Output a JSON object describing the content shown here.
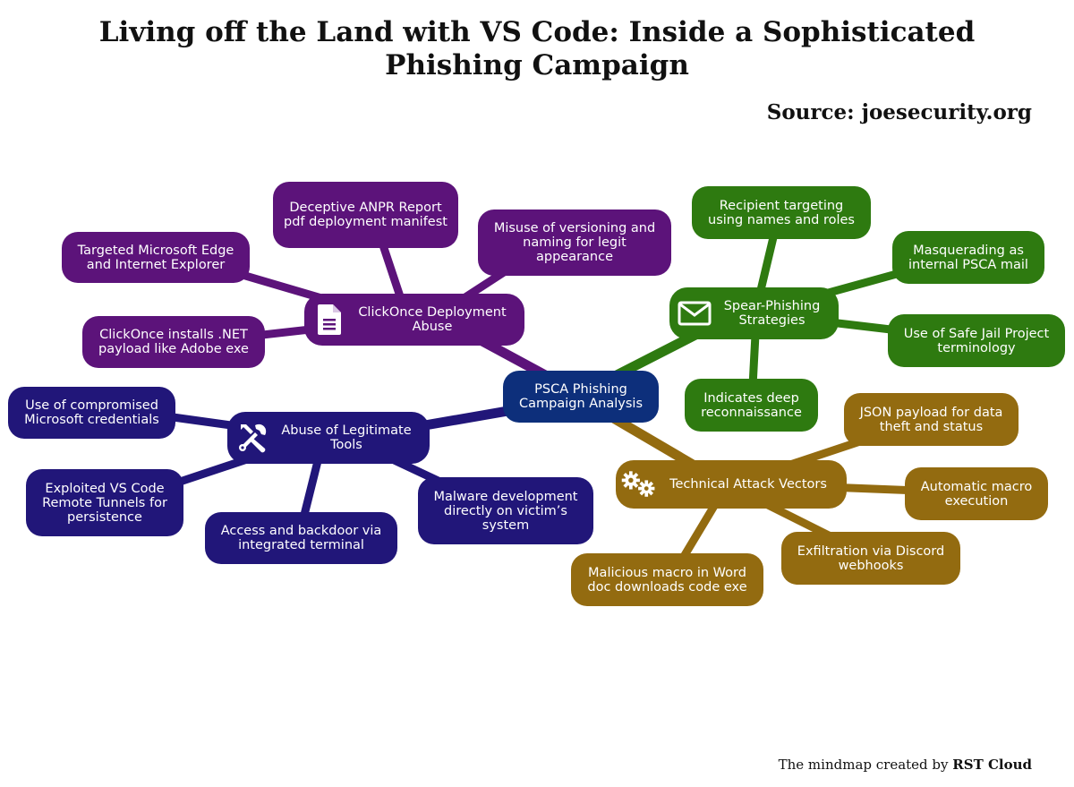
{
  "title": "Living off the Land with VS Code: Inside a Sophisticated Phishing Campaign",
  "source": "Source: joesecurity.org",
  "credit": {
    "prefix": "The mindmap created by ",
    "brand": "RST Cloud"
  },
  "colors": {
    "purple": "#5c137a",
    "navy": "#211679",
    "green": "#2e7a10",
    "gold": "#936b10",
    "center": "#0d2f7b"
  },
  "center": {
    "label": "PSCA Phishing Campaign Analysis"
  },
  "branches": {
    "clickonce": {
      "label": "ClickOnce Deployment Abuse",
      "icon": "document-icon",
      "leaves": [
        "Deceptive ANPR Report pdf deployment manifest",
        "Targeted Microsoft Edge and Internet Explorer",
        "Misuse of versioning and naming for legit appearance",
        "ClickOnce installs .NET payload like Adobe exe"
      ]
    },
    "abuse": {
      "label": "Abuse of Legitimate Tools",
      "icon": "tools-icon",
      "leaves": [
        "Use of compromised Microsoft credentials",
        "Exploited VS Code Remote Tunnels for persistence",
        "Access and backdoor via integrated terminal",
        "Malware development directly on victim’s system"
      ]
    },
    "spear": {
      "label": "Spear-Phishing Strategies",
      "icon": "envelope-icon",
      "leaves": [
        "Recipient targeting using names and roles",
        "Masquerading as internal PSCA mail",
        "Use of Safe Jail Project terminology",
        "Indicates deep reconnaissance"
      ]
    },
    "technical": {
      "label": "Technical Attack Vectors",
      "icon": "gears-icon",
      "leaves": [
        "JSON payload for data theft and status",
        "Automatic macro execution",
        "Exfiltration via Discord webhooks",
        "Malicious macro in Word doc downloads code exe"
      ]
    }
  }
}
